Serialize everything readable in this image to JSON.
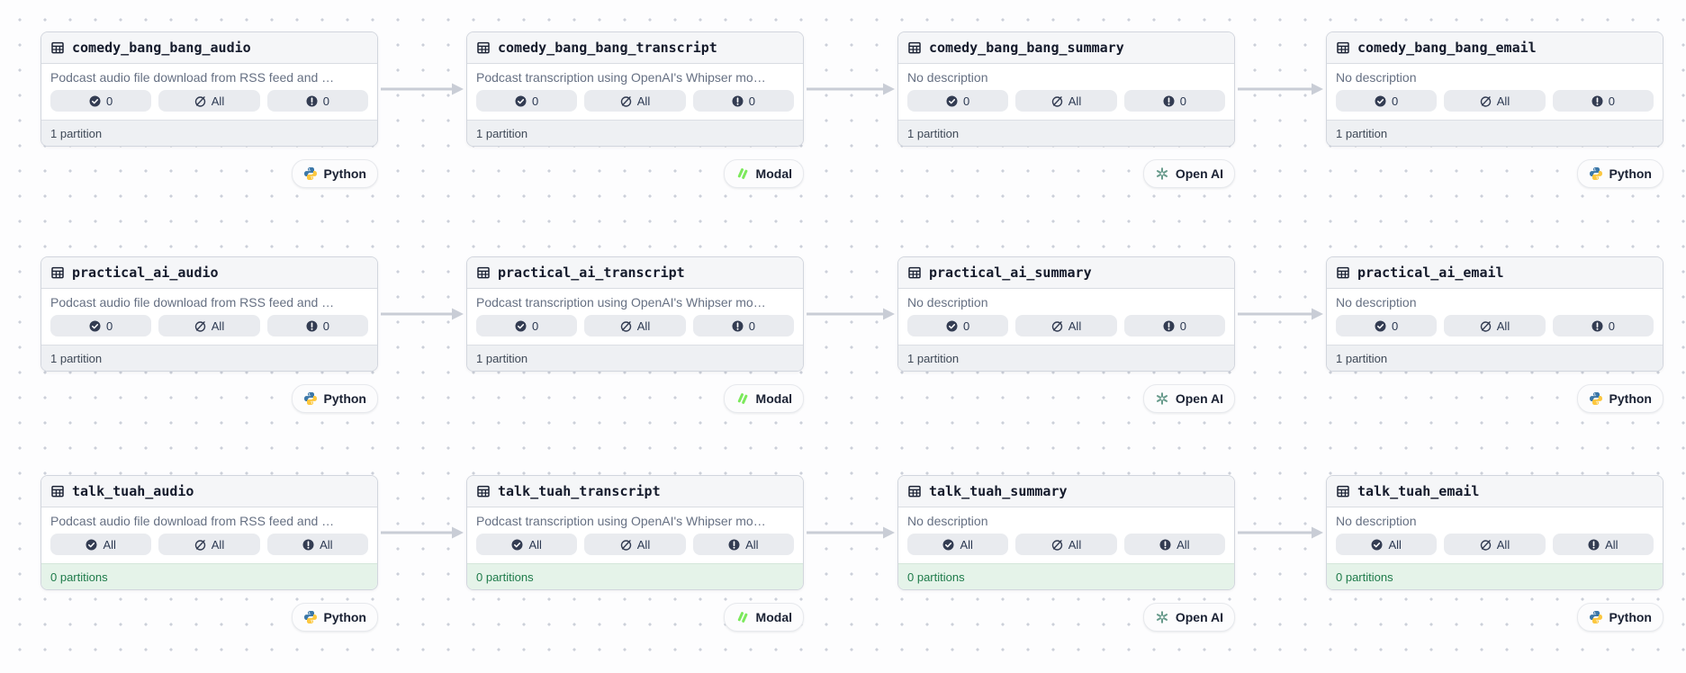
{
  "graph": {
    "kind_labels": {
      "python": "Python",
      "modal": "Modal",
      "openai": "Open AI"
    },
    "colors": {
      "arrow": "#c9cdd6",
      "footer_green_text": "#1e7b4a",
      "python_blue": "#3b77a8",
      "python_yellow": "#fcc73f",
      "modal_green": "#7ce95c",
      "openai_green": "#679a8b",
      "pill_icon_dark": "#333c52"
    },
    "assets": [
      {
        "title": "comedy_bang_bang_audio",
        "description": "Podcast audio file download from RSS feed and …",
        "stats": {
          "success": "0",
          "missing": "All",
          "warning": "0"
        },
        "partitions": "1 partition",
        "state": "neutral",
        "kind": "python",
        "kind_label": "Python",
        "row": 0,
        "col": 0
      },
      {
        "title": "comedy_bang_bang_transcript",
        "description": "Podcast transcription using OpenAI's Whipser mo…",
        "stats": {
          "success": "0",
          "missing": "All",
          "warning": "0"
        },
        "partitions": "1 partition",
        "state": "neutral",
        "kind": "modal",
        "kind_label": "Modal",
        "row": 0,
        "col": 1
      },
      {
        "title": "comedy_bang_bang_summary",
        "description": "No description",
        "stats": {
          "success": "0",
          "missing": "All",
          "warning": "0"
        },
        "partitions": "1 partition",
        "state": "neutral",
        "kind": "openai",
        "kind_label": "Open AI",
        "row": 0,
        "col": 2
      },
      {
        "title": "comedy_bang_bang_email",
        "description": "No description",
        "stats": {
          "success": "0",
          "missing": "All",
          "warning": "0"
        },
        "partitions": "1 partition",
        "state": "neutral",
        "kind": "python",
        "kind_label": "Python",
        "row": 0,
        "col": 3
      },
      {
        "title": "practical_ai_audio",
        "description": "Podcast audio file download from RSS feed and …",
        "stats": {
          "success": "0",
          "missing": "All",
          "warning": "0"
        },
        "partitions": "1 partition",
        "state": "neutral",
        "kind": "python",
        "kind_label": "Python",
        "row": 1,
        "col": 0
      },
      {
        "title": "practical_ai_transcript",
        "description": "Podcast transcription using OpenAI's Whipser mo…",
        "stats": {
          "success": "0",
          "missing": "All",
          "warning": "0"
        },
        "partitions": "1 partition",
        "state": "neutral",
        "kind": "modal",
        "kind_label": "Modal",
        "row": 1,
        "col": 1
      },
      {
        "title": "practical_ai_summary",
        "description": "No description",
        "stats": {
          "success": "0",
          "missing": "All",
          "warning": "0"
        },
        "partitions": "1 partition",
        "state": "neutral",
        "kind": "openai",
        "kind_label": "Open AI",
        "row": 1,
        "col": 2
      },
      {
        "title": "practical_ai_email",
        "description": "No description",
        "stats": {
          "success": "0",
          "missing": "All",
          "warning": "0"
        },
        "partitions": "1 partition",
        "state": "neutral",
        "kind": "python",
        "kind_label": "Python",
        "row": 1,
        "col": 3
      },
      {
        "title": "talk_tuah_audio",
        "description": "Podcast audio file download from RSS feed and …",
        "stats": {
          "success": "All",
          "missing": "All",
          "warning": "All"
        },
        "partitions": "0 partitions",
        "state": "green",
        "kind": "python",
        "kind_label": "Python",
        "row": 2,
        "col": 0
      },
      {
        "title": "talk_tuah_transcript",
        "description": "Podcast transcription using OpenAI's Whipser mo…",
        "stats": {
          "success": "All",
          "missing": "All",
          "warning": "All"
        },
        "partitions": "0 partitions",
        "state": "green",
        "kind": "modal",
        "kind_label": "Modal",
        "row": 2,
        "col": 1
      },
      {
        "title": "talk_tuah_summary",
        "description": "No description",
        "stats": {
          "success": "All",
          "missing": "All",
          "warning": "All"
        },
        "partitions": "0 partitions",
        "state": "green",
        "kind": "openai",
        "kind_label": "Open AI",
        "row": 2,
        "col": 2
      },
      {
        "title": "talk_tuah_email",
        "description": "No description",
        "stats": {
          "success": "All",
          "missing": "All",
          "warning": "All"
        },
        "partitions": "0 partitions",
        "state": "green",
        "kind": "python",
        "kind_label": "Python",
        "row": 2,
        "col": 3
      }
    ]
  }
}
